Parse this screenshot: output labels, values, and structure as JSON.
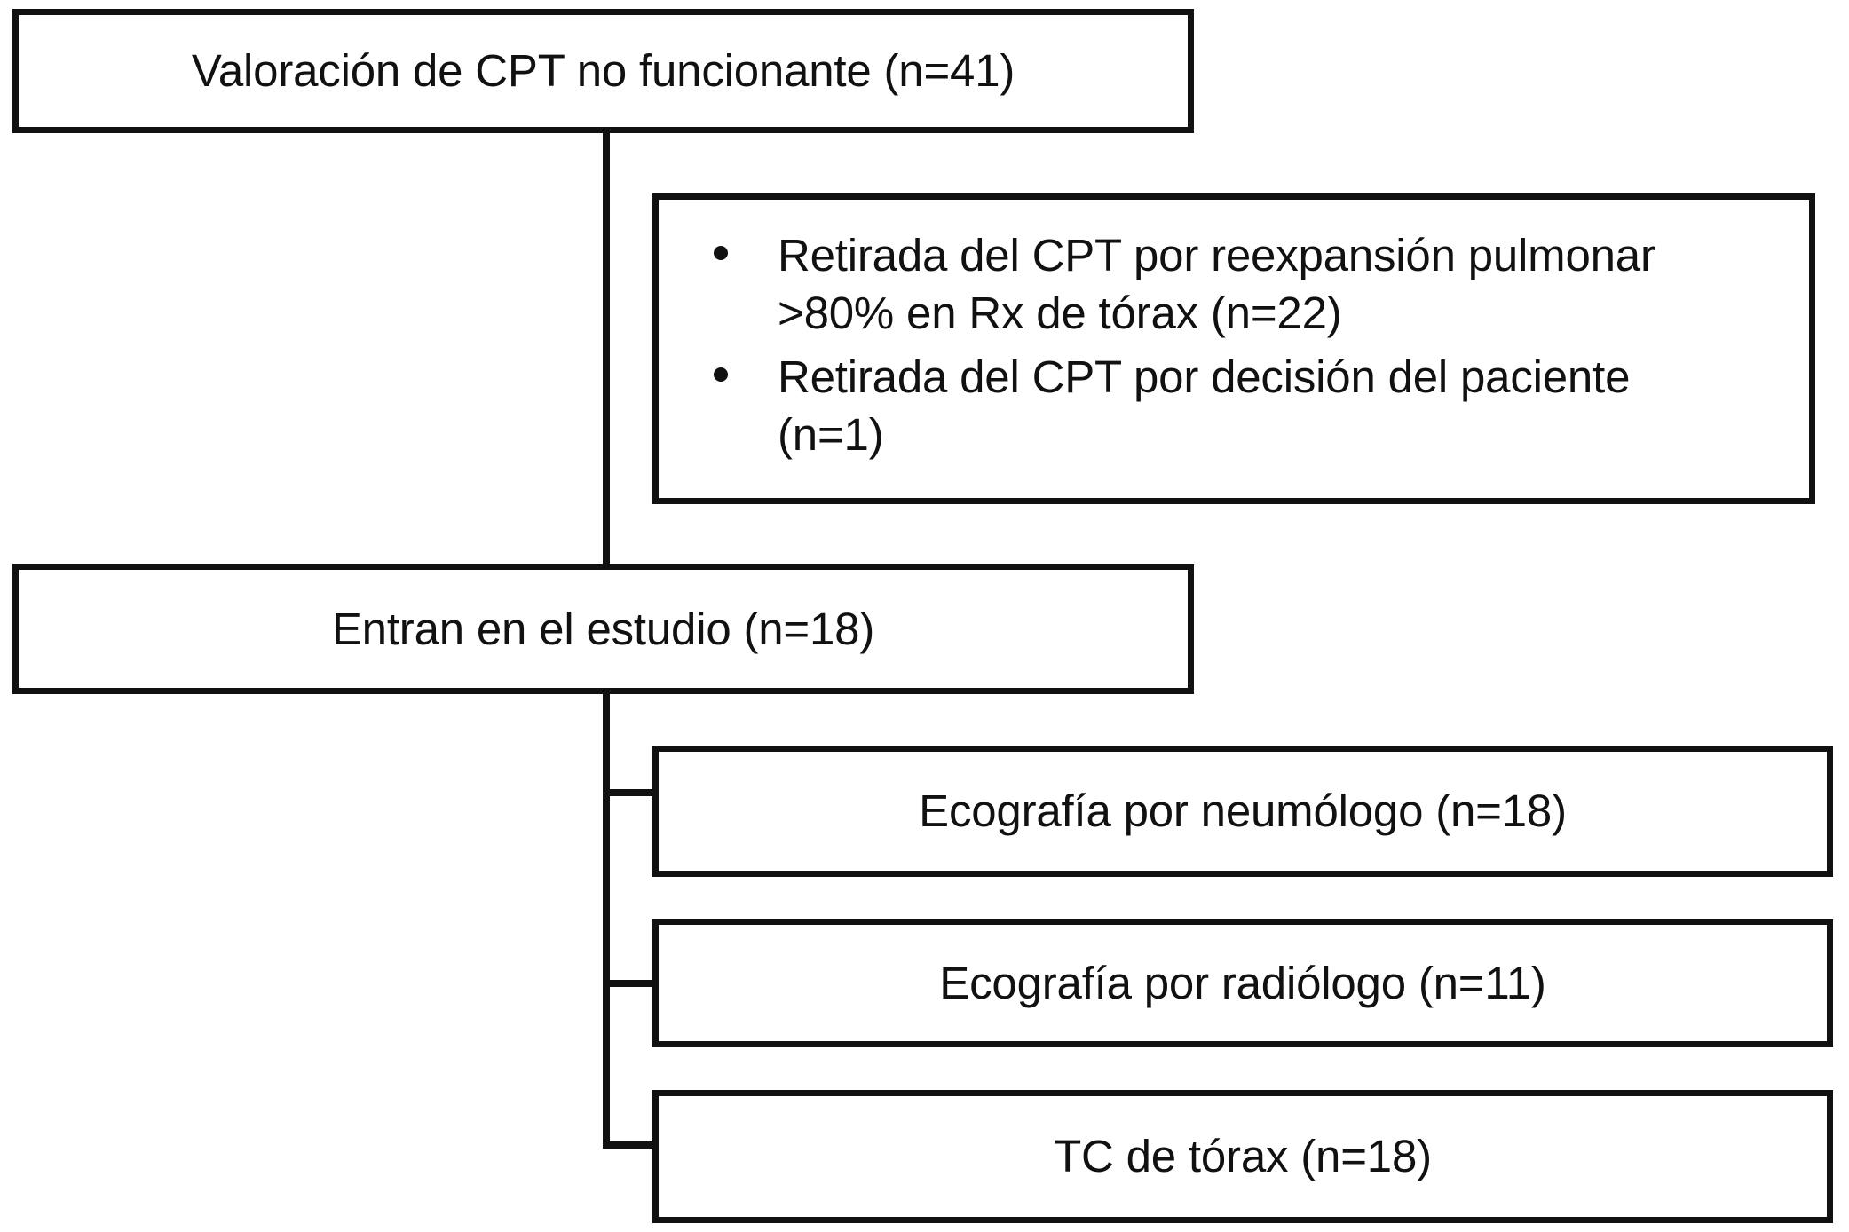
{
  "diagram": {
    "type": "flowchart",
    "title": "Valoración de CPT no funcionante",
    "language": "es",
    "nodes": {
      "screening": {
        "label": "Valoración de CPT no funcionante (n=41)",
        "n": 41
      },
      "excluded": {
        "items": [
          {
            "text": "Retirada del CPT por reexpansión pulmonar >80% en Rx de tórax (n=22)",
            "n": 22,
            "bullet": "•"
          },
          {
            "text": "Retirada del CPT por decisión del paciente (n=1)",
            "n": 1,
            "bullet": "•"
          }
        ]
      },
      "enrolled": {
        "label": "Entran en el estudio (n=18)",
        "n": 18
      },
      "lus_pulmonologist": {
        "label": "Ecografía por neumólogo (n=18)",
        "n": 18
      },
      "lus_radiologist": {
        "label": "Ecografía por radiólogo (n=11)",
        "n": 11
      },
      "ct_chest": {
        "label": "TC de tórax (n=18)",
        "n": 18
      }
    },
    "colors": {
      "line": "#111111",
      "box_fill": "#ffffff",
      "text": "#111111",
      "background": "#ffffff"
    }
  }
}
